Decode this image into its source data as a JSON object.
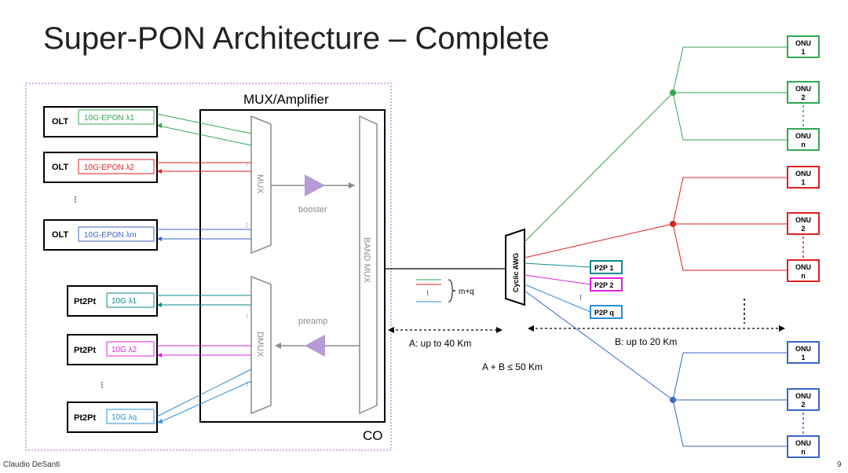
{
  "slide": {
    "title": "Super-PON Architecture – Complete",
    "footer_author": "Claudio DeSanti",
    "page_number": "9"
  },
  "co": {
    "label": "CO",
    "mux_amp_label": "MUX/Amplifier",
    "mux_label": "MUX",
    "dmux_label": "DMUX",
    "band_mux_label": "BAND MUX",
    "booster_label": "booster",
    "preamp_label": "preamp",
    "olt_rows": [
      {
        "box": "OLT",
        "port": "10G-EPON λ1",
        "color": "#33a853"
      },
      {
        "box": "OLT",
        "port": "10G-EPON λ2",
        "color": "#e02020"
      },
      {
        "box": "OLT",
        "port": "10G-EPON λm",
        "color": "#3a66c4"
      }
    ],
    "p2p_rows": [
      {
        "box": "Pt2Pt",
        "port": "10G λ1",
        "color": "#0e8a8a"
      },
      {
        "box": "Pt2Pt",
        "port": "10G λ2",
        "color": "#e020e0"
      },
      {
        "box": "Pt2Pt",
        "port": "10G λq",
        "color": "#2a8fd8"
      }
    ],
    "ellipsis": "⁝"
  },
  "field": {
    "awg_label": "Cyclic AWG",
    "legend_label": "m+q",
    "p2p_ports": [
      "P2P 1",
      "P2P 2",
      "P2P q"
    ],
    "distance_a": "A: up to 40 Km",
    "distance_b": "B: up to 20 Km",
    "distance_total": "A + B ≤ 50 Km",
    "onu_groups": [
      {
        "color": "#33a853",
        "onus": [
          [
            "ONU",
            "1"
          ],
          [
            "ONU",
            "2"
          ],
          [
            "ONU",
            "n"
          ]
        ]
      },
      {
        "color": "#e02020",
        "onus": [
          [
            "ONU",
            "1"
          ],
          [
            "ONU",
            "2"
          ],
          [
            "ONU",
            "n"
          ]
        ]
      },
      {
        "color": "#3a66c4",
        "onus": [
          [
            "ONU",
            "1"
          ],
          [
            "ONU",
            "2"
          ],
          [
            "ONU",
            "n"
          ]
        ]
      }
    ],
    "p2p_colors": [
      "#0e8a8a",
      "#e020e0",
      "#2a8fd8"
    ]
  },
  "colors": {
    "co_border": "#b05ad0",
    "gray_block": "#8a8a8a",
    "triangle": "#b79ad6"
  }
}
